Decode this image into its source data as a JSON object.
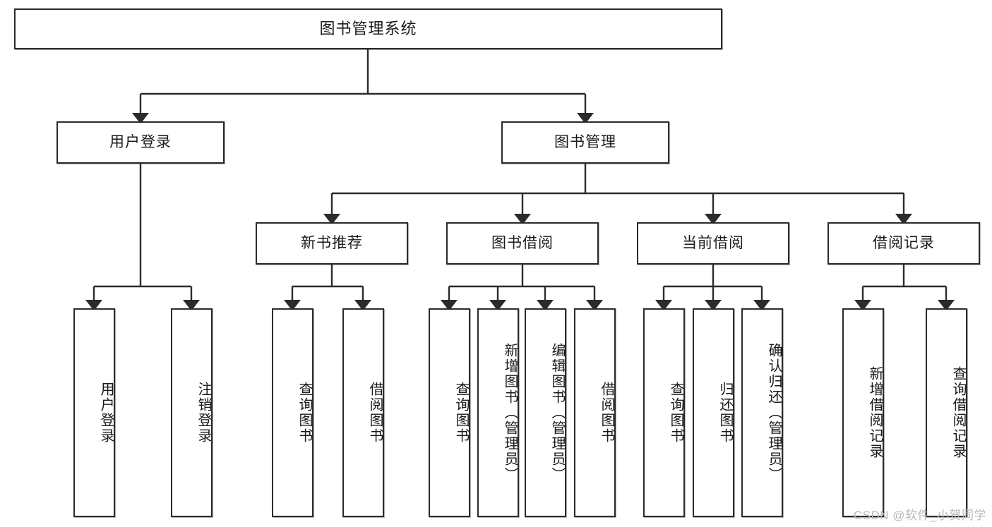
{
  "diagram": {
    "title": "图书管理系统",
    "type": "tree-hierarchy-functional-structure",
    "watermark": "CSDN @软件_小贺同学",
    "colors": {
      "stroke": "#2b2b2b",
      "fill": "#ffffff",
      "text": "#1a1a1a",
      "watermark": "#b9b9b9"
    },
    "nodes": {
      "root": {
        "label": "图书管理系统"
      },
      "level1": [
        {
          "id": "user-login",
          "label": "用户登录"
        },
        {
          "id": "book-manage",
          "label": "图书管理"
        }
      ],
      "level2": [
        {
          "id": "new-book-recommend",
          "label": "新书推荐"
        },
        {
          "id": "book-borrow",
          "label": "图书借阅"
        },
        {
          "id": "current-borrow",
          "label": "当前借阅"
        },
        {
          "id": "borrow-record",
          "label": "借阅记录"
        }
      ],
      "leaves": {
        "user-login": [
          {
            "id": "leaf-user-login",
            "label": "用户登录"
          },
          {
            "id": "leaf-logout",
            "label": "注销登录"
          }
        ],
        "new-book-recommend": [
          {
            "id": "leaf-query-book-1",
            "label": "查询图书"
          },
          {
            "id": "leaf-borrow-book-1",
            "label": "借阅图书"
          }
        ],
        "book-borrow": [
          {
            "id": "leaf-query-book-2",
            "label": "查询图书"
          },
          {
            "id": "leaf-add-book",
            "label": "新增图书（管理员）"
          },
          {
            "id": "leaf-edit-book",
            "label": "编辑图书（管理员）"
          },
          {
            "id": "leaf-borrow-book-2",
            "label": "借阅图书"
          }
        ],
        "current-borrow": [
          {
            "id": "leaf-query-book-3",
            "label": "查询图书"
          },
          {
            "id": "leaf-return-book",
            "label": "归还图书"
          },
          {
            "id": "leaf-confirm-return",
            "label": "确认归还（管理员）"
          }
        ],
        "borrow-record": [
          {
            "id": "leaf-add-record",
            "label": "新增借阅记录"
          },
          {
            "id": "leaf-query-record",
            "label": "查询借阅记录"
          }
        ]
      }
    }
  }
}
